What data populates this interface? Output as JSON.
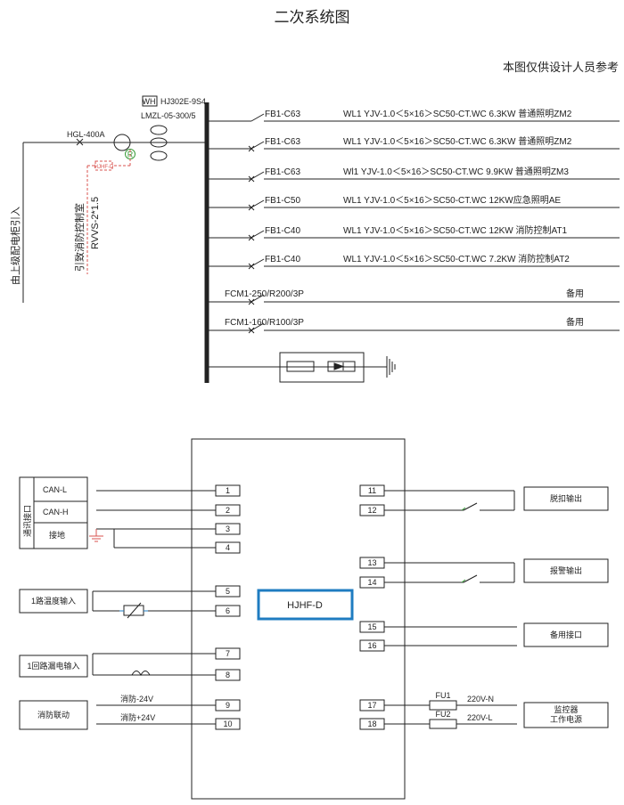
{
  "title": "二次系统图",
  "note": "本图仅供设计人员参考",
  "primary": {
    "incoming_breaker": "HGL-400A",
    "meter_model": "HJ302E-9S4",
    "meter_wh": "WH",
    "ct_model": "LMZL-05-300/5",
    "hjhf_tag": "HJHF-D",
    "r_symbol": "R",
    "incoming_label": "由上级配电柜引入",
    "fire_label": "引致消防控制室",
    "fire_cable": "RVVS-2*1.5",
    "circuits": [
      {
        "breaker": "FB1-C63",
        "desc": "WL1  YJV-1.0＜5×16＞SC50-CT.WC  6.3KW  普通照明ZM2"
      },
      {
        "breaker": "FB1-C63",
        "desc": "WL1  YJV-1.0＜5×16＞SC50-CT.WC  6.3KW  普通照明ZM2"
      },
      {
        "breaker": "FB1-C63",
        "desc": "Wl1  YJV-1.0＜5×16＞SC50-CT.WC  9.9KW  普通照明ZM3"
      },
      {
        "breaker": "FB1-C50",
        "desc": "WL1  YJV-1.0＜5×16＞SC50-CT.WC  12KW应急照明AE"
      },
      {
        "breaker": "FB1-C40",
        "desc": "WL1  YJV-1.0＜5×16＞SC50-CT.WC  12KW  消防控制AT1"
      },
      {
        "breaker": "FB1-C40",
        "desc": "WL1  YJV-1.0＜5×16＞SC50-CT.WC  7.2KW  消防控制AT2"
      }
    ],
    "spares": [
      {
        "breaker": "FCM1-250/R200/3P",
        "desc": "备用"
      },
      {
        "breaker": "FCM1-160/R100/3P",
        "desc": "备用"
      }
    ]
  },
  "secondary": {
    "module": "HJHF-D",
    "comm_group": "通讯接口",
    "left_labels": {
      "can_l": "CAN-L",
      "can_h": "CAN-H",
      "ground": "接地",
      "temp_input": "1路温度输入",
      "leak_input": "1回路漏电输入",
      "fire_link": "消防联动",
      "fire_minus": "消防-24V",
      "fire_plus": "消防+24V"
    },
    "right_labels": {
      "trip_out": "脱扣输出",
      "alarm_out": "报警输出",
      "spare_port": "备用接口",
      "mon_1": "监控器",
      "mon_2": "工作电源",
      "fu1": "FU1",
      "fu2": "FU2",
      "v_n": "220V-N",
      "v_l": "220V-L"
    },
    "terminals": [
      "1",
      "2",
      "3",
      "4",
      "5",
      "6",
      "7",
      "8",
      "9",
      "10",
      "11",
      "12",
      "13",
      "14",
      "15",
      "16",
      "17",
      "18"
    ]
  },
  "colors": {
    "accent": "#1f7cc1",
    "dashed_red": "#d9534f",
    "green": "#3a9d3a"
  }
}
